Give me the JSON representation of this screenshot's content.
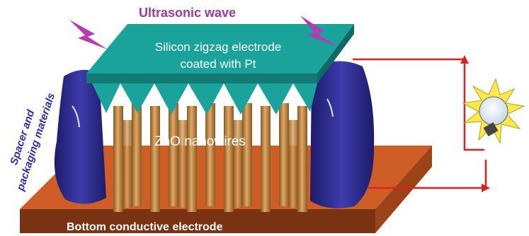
{
  "labels": {
    "ultrasonic_wave": "Ultrasonic wave",
    "top_electrode_line1": "Silicon zigzag electrode",
    "top_electrode_line2": "coated with Pt",
    "nanowires": "ZnO nanowires",
    "bottom_electrode": "Bottom conductive electrode",
    "spacer_line1": "Spacer and",
    "spacer_line2": "packaging materials"
  },
  "colors": {
    "top_electrode": "#1aa39a",
    "nanowire": "#c98a45",
    "spacer": "#2b2a8c",
    "bottom_electrode": "#d9662b",
    "wire": "#e02020",
    "lightning": "#b43bb0",
    "bulb_glow": "#ffe94a"
  },
  "icons": [
    "lightning-bolt-icon",
    "light-bulb-icon"
  ]
}
